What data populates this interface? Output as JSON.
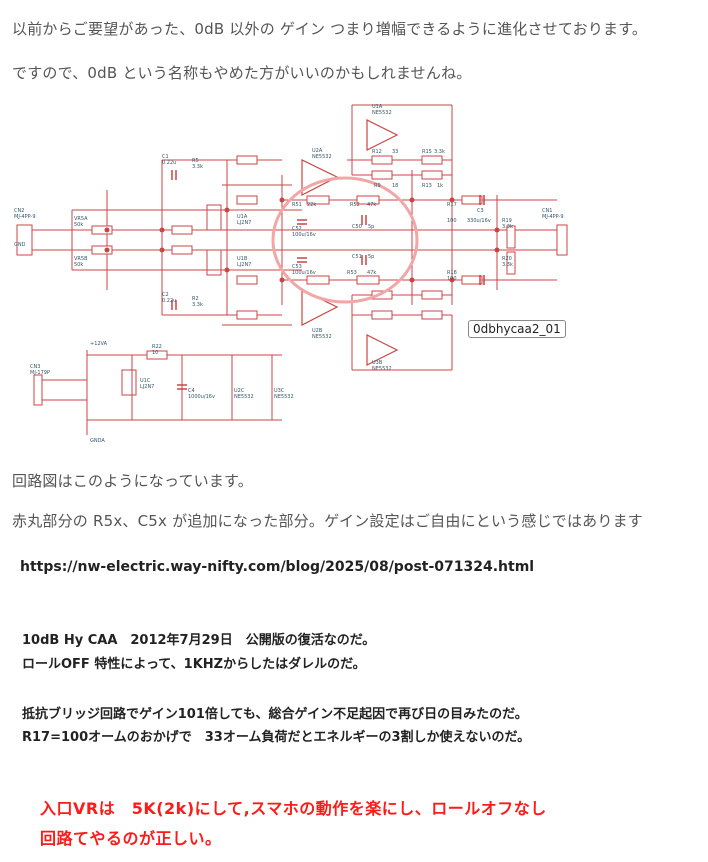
{
  "article": {
    "intro_line1": "以前からご要望があった、0dB 以外の ゲイン つまり増幅できるように進化させております。",
    "intro_line2": "ですので、0dB という名称もやめた方がいいのかもしれませんね。",
    "caption1": "回路図はこのようになっています。",
    "caption2": "赤丸部分の R5x、C5x が追加になった部分。ゲイン設定はご自由にという感じではあります"
  },
  "image": {
    "tooltip": "0dbhycaa2_01",
    "labels": {
      "u1a": "U1A",
      "u1a_part": "NE5532",
      "u2": "U2A",
      "u2_part": "NE5532",
      "u1a_jfet": "U1A",
      "u1a_jfet_part": "LJ2N7",
      "u1b_jfet": "U1B",
      "u1b_jfet_part": "LJ2N7",
      "u2b": "U2B",
      "u2b_part": "NE5532",
      "u3b": "U3B",
      "u3b_part": "NE5532",
      "r12": "R12",
      "r12v": "33",
      "r15": "R15",
      "r15v": "3.3k",
      "r9": "R9",
      "r9v": "18",
      "r13": "R13",
      "r13v": "1k",
      "r51": "R51",
      "r51v": "22k",
      "r52": "R52",
      "r52v": "47k",
      "c50": "C50",
      "c50v": "5p",
      "c52": "C52",
      "c52v": "100u/16v",
      "c53": "C53",
      "c53v": "100u/16v",
      "c51": "C51",
      "c51v": "5p",
      "r53": "R53",
      "r53v": "47k",
      "r17": "R17",
      "r17v": "100",
      "c3": "C3",
      "c3v": "330u/16v",
      "r19": "R19",
      "r19v": "3.3k",
      "r18": "R18",
      "r18v": "100",
      "r20": "R20",
      "r20v": "3.3k",
      "cn2": "CN2",
      "cn2_part": "MJ-4PP-9",
      "cn1": "CN1",
      "cn1_part": "MJ-4PP-9",
      "vr5a": "VR5A",
      "vr5a_v": "50k",
      "vr5b": "VR5B",
      "vr5b_v": "50k",
      "c1": "C1",
      "c1v": "0.22u",
      "c2": "C2",
      "c2v": "0.22u",
      "r5": "R5",
      "r5v": "3.3k",
      "r2": "R2",
      "r2v": "3.3k",
      "gnd_in": "GND",
      "plus12": "+12VA",
      "gnda": "GNDA",
      "cn3": "CN3",
      "cn3_part": "MJ-179P",
      "r22": "R22",
      "r22v": "10",
      "u1c": "U1C",
      "u1c_part": "LJ2N7",
      "c4": "C4",
      "c4v": "1000u/16v",
      "u2c": "U2C",
      "u2c_part": "NE5532",
      "u3c": "U3C",
      "u3c_part": "NE5532"
    }
  },
  "comment": {
    "url": "https://nw-electric.way-nifty.com/blog/2025/08/post-071324.html",
    "line1": "10dB Hy CAA　2012年7月29日　公開版の復活なのだ。",
    "line2": "ロールOFF 特性によって、1KHZからしたはダレルのだ。",
    "line3": "抵抗ブリッジ回路でゲイン101倍しても、総合ゲイン不足起因で再び日の目みたのだ。",
    "line4": "R17=100オームのおかげで　33オーム負荷だとエネルギーの3割しか使えないのだ。",
    "red1": "入口VRは　5K(2k)にして,スマホの動作を楽にし、ロールオフなし",
    "red2": "回路てやるのが正しい。",
    "red_color": "#ff1a1a"
  }
}
